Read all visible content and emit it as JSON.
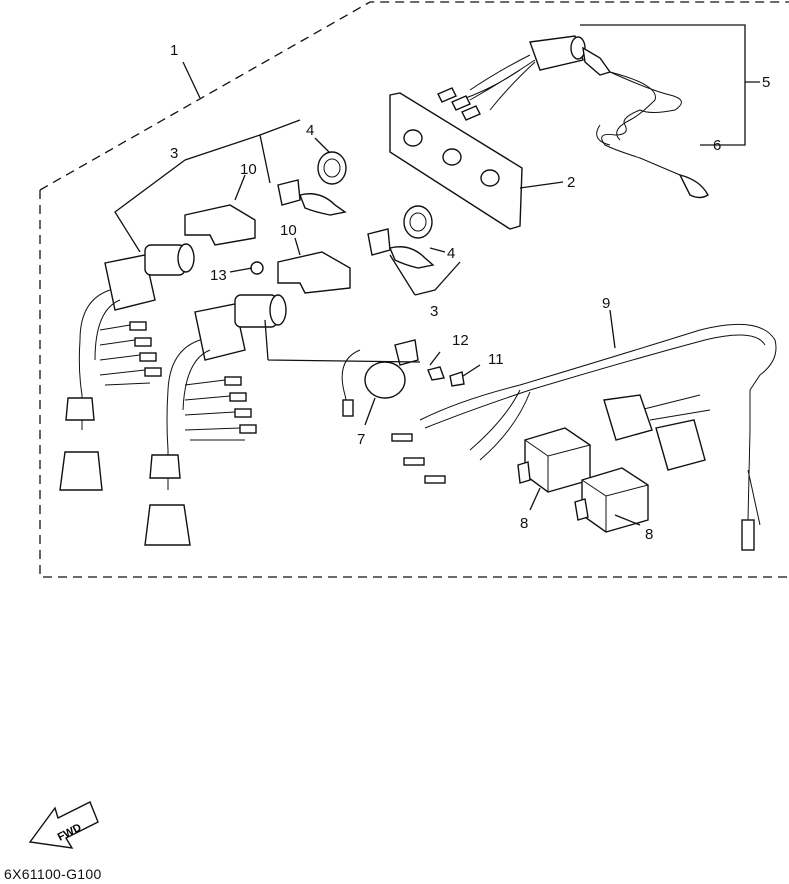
{
  "diagram": {
    "callouts": [
      "1",
      "2",
      "3",
      "4",
      "5",
      "6",
      "3",
      "10",
      "10",
      "4",
      "13",
      "12",
      "11",
      "7",
      "9",
      "8",
      "8"
    ],
    "fwd_label": "FWD",
    "drawing_code": "6X61100-G100"
  }
}
